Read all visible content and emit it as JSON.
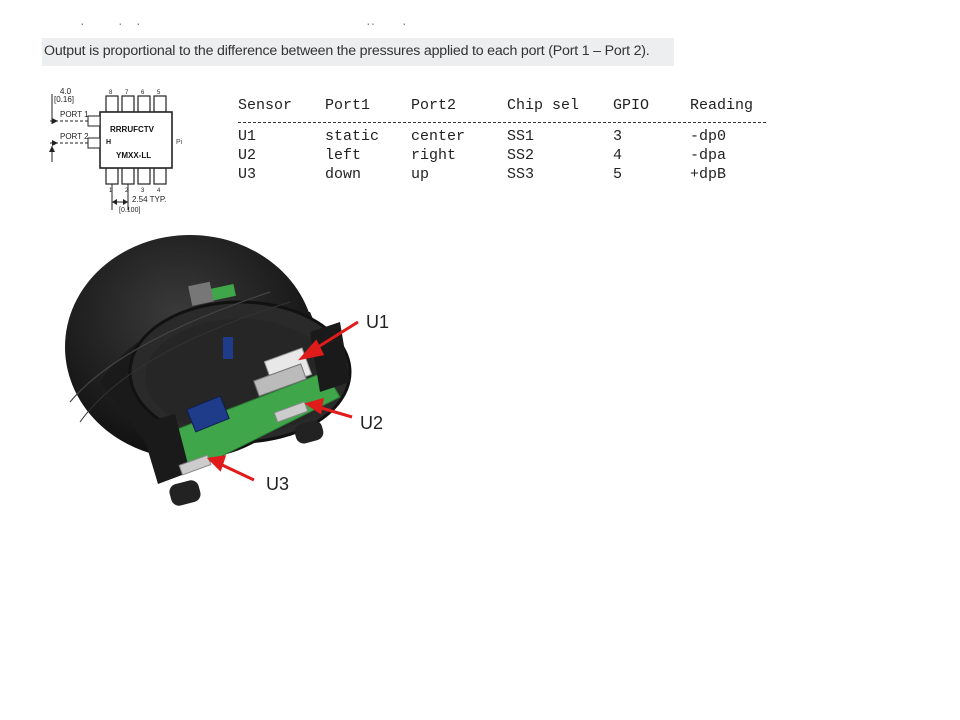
{
  "note": "Output is proportional to the difference between the pressures applied to each port (Port 1 – Port 2).",
  "package": {
    "dim_top": "4.0",
    "dim_top_inch": "[0.16]",
    "port1": "PORT 1",
    "port2": "PORT 2",
    "marking_line1": "RRRUFCTV",
    "marking_line2": "YMXX-LL",
    "pitch": "2.54 TYP.",
    "pitch_inch": "[0.100]",
    "side_label": "Pi"
  },
  "table": {
    "headers": [
      "Sensor",
      "Port1",
      "Port2",
      "Chip sel",
      "GPIO",
      "Reading"
    ],
    "rows": [
      [
        "U1",
        "static",
        "center",
        "SS1",
        "3",
        "-dp0"
      ],
      [
        "U2",
        "left",
        "right",
        "SS2",
        "4",
        "-dpa"
      ],
      [
        "U3",
        "down",
        "up",
        "SS3",
        "5",
        "+dpB"
      ]
    ]
  },
  "callouts": {
    "u1": "U1",
    "u2": "U2",
    "u3": "U3"
  },
  "colors": {
    "note_bg": "#eceef0",
    "arrow": "#e01b1b",
    "pcb": "#3fa64a",
    "housing": "#1e1e1e"
  }
}
